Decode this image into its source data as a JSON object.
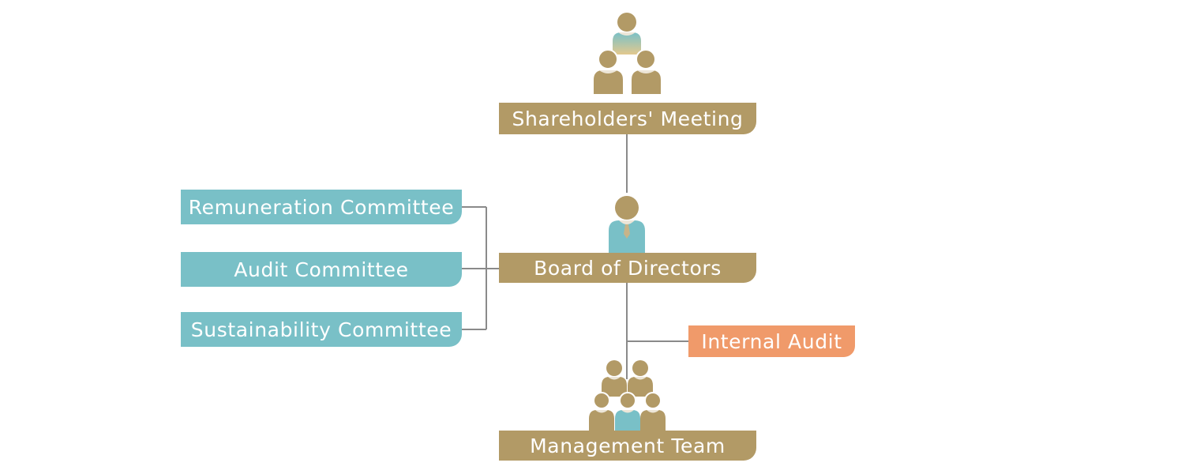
{
  "colors": {
    "gold": "#B29A66",
    "teal": "#79C0C7",
    "orange": "#F09A6A",
    "line": "#8A8A8A"
  },
  "nodes": {
    "shareholders": "Shareholders' Meeting",
    "board": "Board of Directors",
    "management": "Management Team",
    "internal_audit": "Internal Audit",
    "remuneration": "Remuneration Committee",
    "audit": "Audit Committee",
    "sustainability": "Sustainability Committee"
  },
  "icons": {
    "shareholders": "group-of-three-people-icon",
    "board": "person-with-tie-icon",
    "management": "group-of-people-icon"
  }
}
